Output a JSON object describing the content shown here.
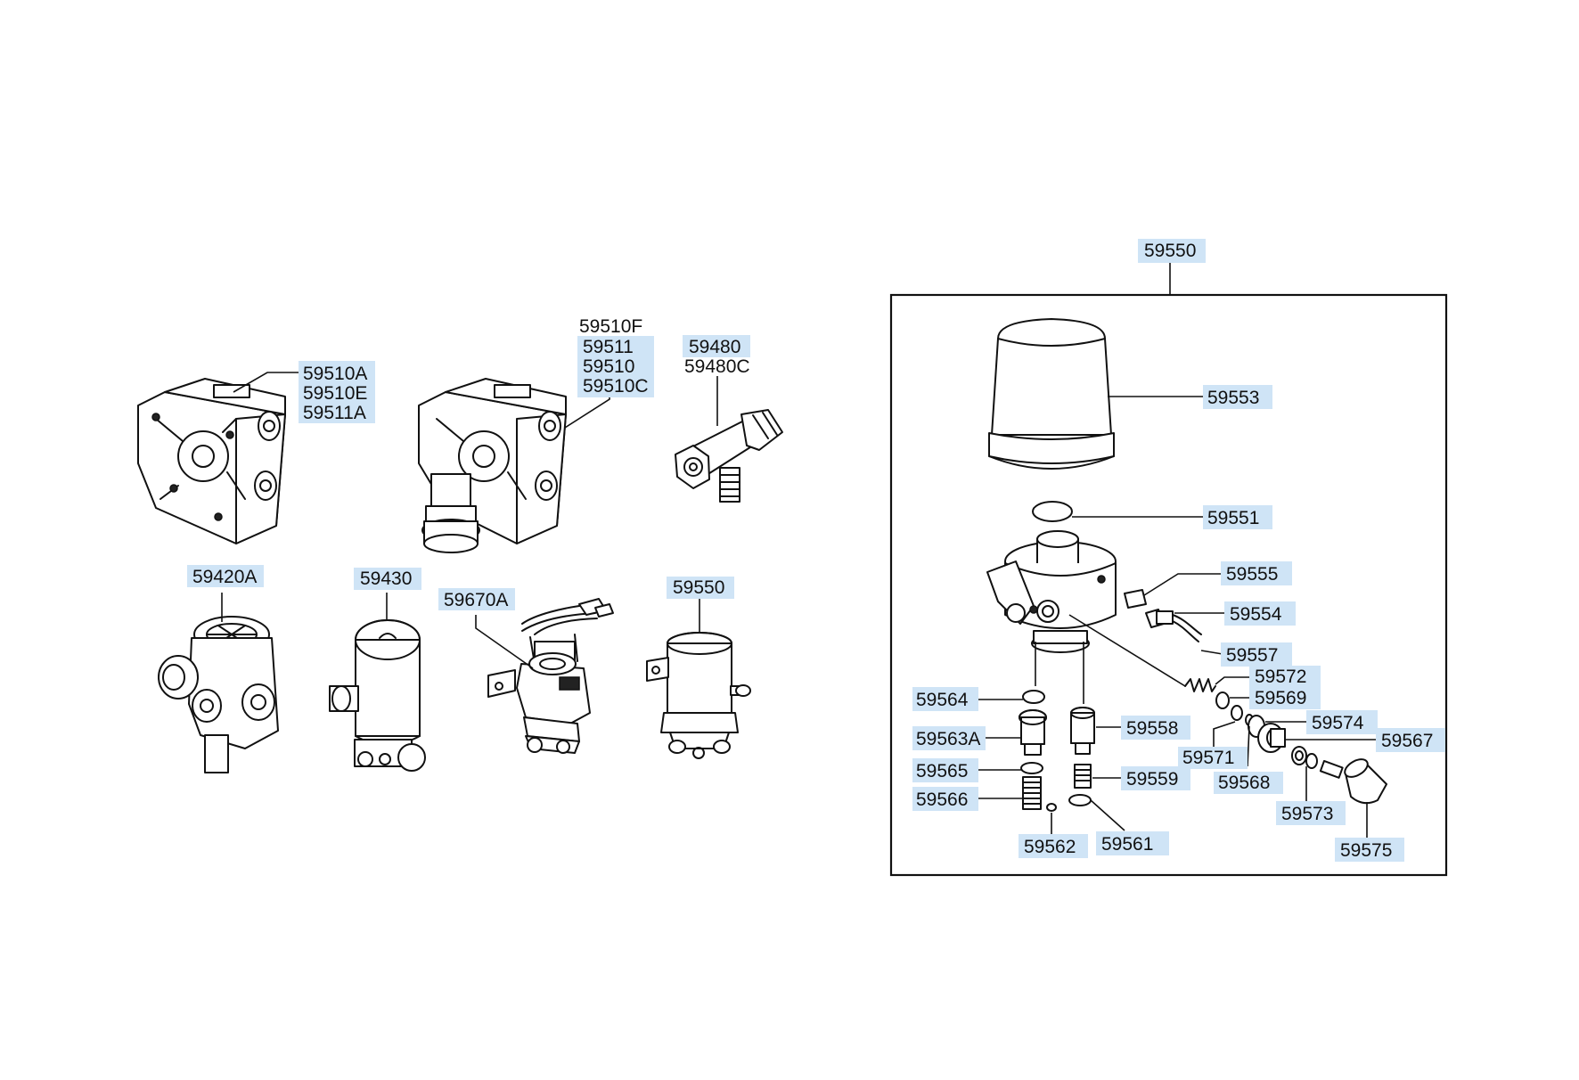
{
  "parts": {
    "p59510A": "59510A",
    "p59510E": "59510E",
    "p59511A": "59511A",
    "p59510F": "59510F",
    "p59511": "59511",
    "p59510": "59510",
    "p59510C": "59510C",
    "p59480": "59480",
    "p59480C": "59480C",
    "p59420A": "59420A",
    "p59430": "59430",
    "p59670A": "59670A",
    "p59550_small": "59550"
  },
  "dryer_assembly": {
    "title": "59550",
    "p59553": "59553",
    "p59551": "59551",
    "p59555": "59555",
    "p59554": "59554",
    "p59557": "59557",
    "p59572": "59572",
    "p59569": "59569",
    "p59574": "59574",
    "p59567": "59567",
    "p59571": "59571",
    "p59568": "59568",
    "p59573": "59573",
    "p59575": "59575",
    "p59564": "59564",
    "p59563A": "59563A",
    "p59565": "59565",
    "p59566": "59566",
    "p59562": "59562",
    "p59561": "59561",
    "p59558": "59558",
    "p59559": "59559"
  },
  "colors": {
    "label_highlight": "#cfe4f6",
    "line": "#111111"
  }
}
